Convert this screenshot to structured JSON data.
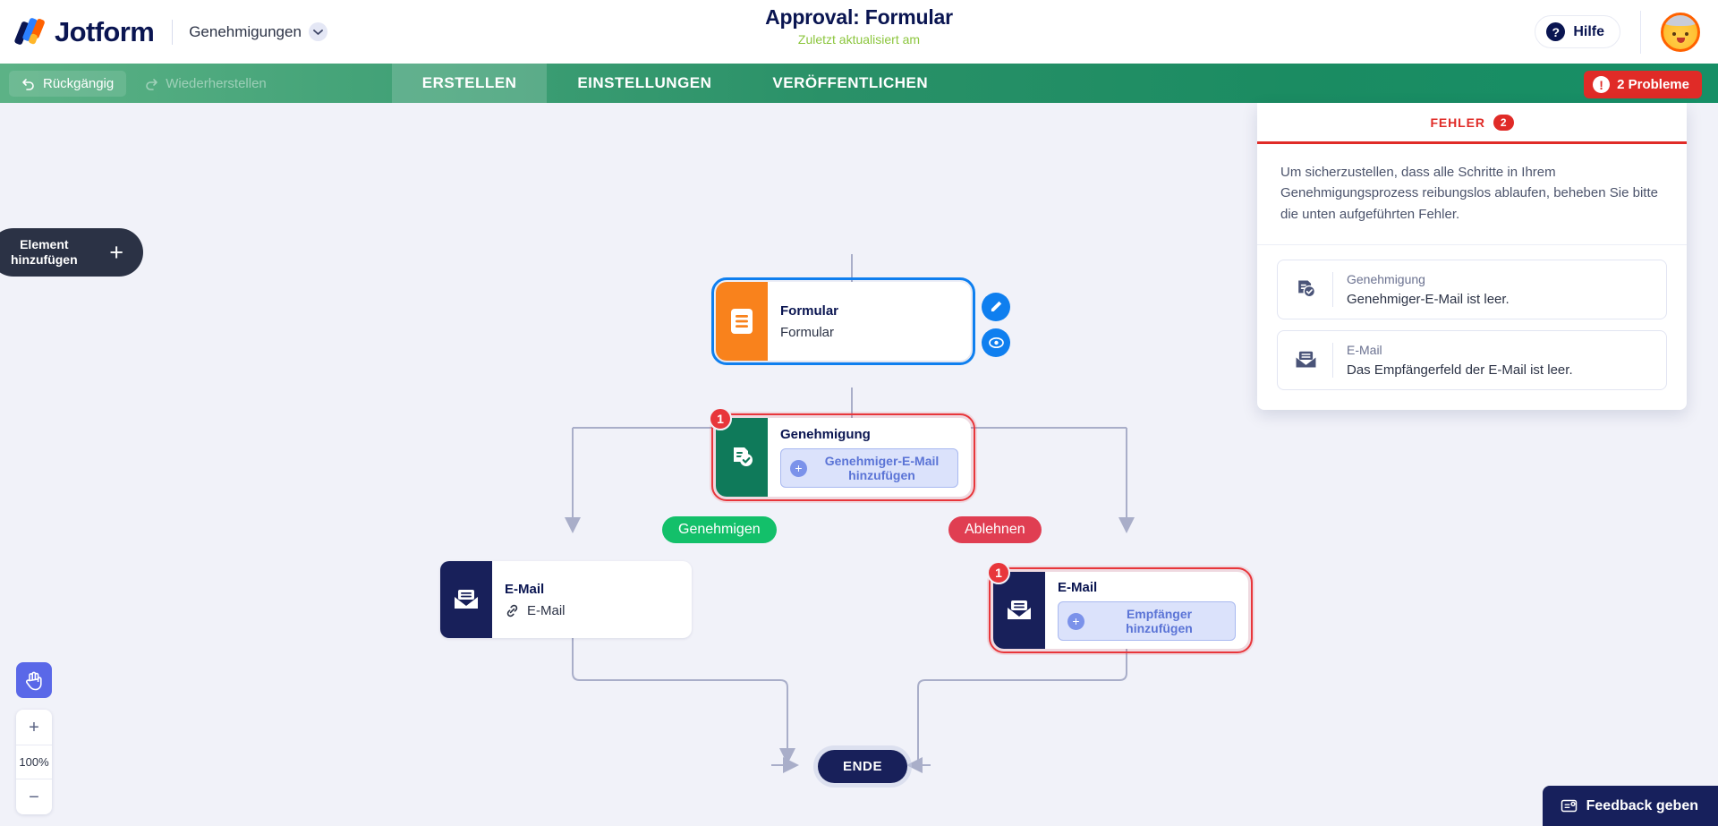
{
  "header": {
    "logo_text": "Jotform",
    "workspace": "Genehmigungen",
    "title": "Approval: Formular",
    "subtitle": "Zuletzt aktualisiert am",
    "help_label": "Hilfe",
    "icons": {
      "chevron": "chevron-down-icon",
      "help": "question-mark-icon",
      "avatar": "user-avatar"
    }
  },
  "toolbar": {
    "undo_label": "Rückgängig",
    "redo_label": "Wiederherstellen",
    "tabs": [
      {
        "label": "ERSTELLEN",
        "active": true
      },
      {
        "label": "EINSTELLUNGEN",
        "active": false
      },
      {
        "label": "VERÖFFENTLICHEN",
        "active": false
      }
    ],
    "problems_label": "2 Probleme",
    "problems_icon_char": "!",
    "colors": {
      "accent_green": "#2a9168",
      "error_red": "#e02b27"
    }
  },
  "canvas": {
    "add_element_line1": "Element",
    "add_element_line2": "hinzufügen",
    "add_element_plus": "+",
    "zoom_level": "100%",
    "zoom_in": "+",
    "zoom_out": "−",
    "hand_tool_icon": "hand-icon",
    "end_node_label": "ENDE",
    "branch_approve_label": "Genehmigen",
    "branch_reject_label": "Ablehnen",
    "nodes": {
      "form": {
        "title": "Formular",
        "subtitle": "Formular",
        "icon": "form-document-icon",
        "icon_bg": "#f9821c",
        "selected": true
      },
      "approval": {
        "title": "Genehmigung",
        "add_label": "Genehmiger-E-Mail hinzufügen",
        "icon": "approval-check-icon",
        "icon_bg": "#0f7a5a",
        "error_count": "1"
      },
      "email_left": {
        "title": "E-Mail",
        "subtitle": "E-Mail",
        "subtitle_icon": "link-icon",
        "icon": "envelope-icon",
        "icon_bg": "#18205a"
      },
      "email_right": {
        "title": "E-Mail",
        "add_label": "Empfänger hinzufügen",
        "icon": "envelope-icon",
        "icon_bg": "#18205a",
        "error_count": "1"
      }
    }
  },
  "error_panel": {
    "head_label": "FEHLER",
    "head_count": "2",
    "description": "Um sicherzustellen, dass alle Schritte in Ihrem Genehmigungsprozess reibungslos ablaufen, beheben Sie bitte die unten aufgeführten Fehler.",
    "items": [
      {
        "title": "Genehmigung",
        "message": "Genehmiger-E-Mail ist leer.",
        "icon": "approval-check-icon"
      },
      {
        "title": "E-Mail",
        "message": "Das Empfängerfeld der E-Mail ist leer.",
        "icon": "envelope-icon"
      }
    ]
  },
  "feedback": {
    "label": "Feedback geben",
    "icon": "feedback-card-icon"
  }
}
